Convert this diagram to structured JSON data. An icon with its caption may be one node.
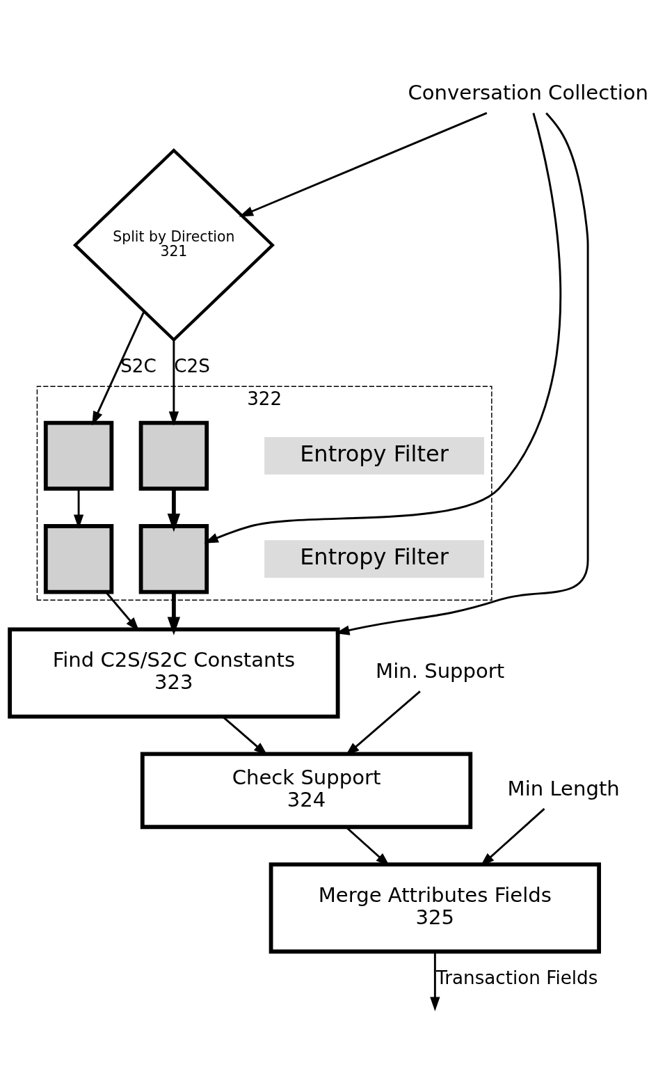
{
  "diagram": {
    "nodes": [
      {
        "text": [
          "Conversation Collection"
        ]
      },
      {
        "text": [
          "Split by Direction",
          "321"
        ]
      },
      {
        "text": [
          "322"
        ]
      },
      {
        "text": [
          "Entropy Filter"
        ],
        "in": 2
      },
      {
        "text": [],
        "shape": "box",
        "in": 2
      },
      {
        "text": [],
        "shape": "box",
        "in": 2
      },
      {
        "text": [
          "Entropy Filter"
        ],
        "in": 2
      },
      {
        "text": [],
        "shape": "box",
        "in": 2
      },
      {
        "text": [],
        "shape": "box",
        "in": 2
      },
      {
        "text": [
          "Find C2S/S2C Constants",
          "323"
        ]
      },
      {
        "text": [
          "Check Support",
          "324"
        ]
      },
      {
        "text": [
          "Merge Attributes Fields",
          "325"
        ]
      },
      {
        "text": [
          "Min. Support"
        ]
      },
      {
        "text": [
          "Min Length"
        ]
      }
    ],
    "edges": [
      {
        "from": 0,
        "to": 1,
        "arrow": "to"
      },
      {
        "from": 0,
        "to": 7,
        "arrow": "to"
      },
      {
        "from": 0,
        "to": 9,
        "arrow": "to"
      },
      {
        "from": 1,
        "to": 4,
        "arrow": "to",
        "label": "C2S"
      },
      {
        "from": 1,
        "to": 5,
        "arrow": "to",
        "label": "S2C"
      },
      {
        "from": 4,
        "to": 7,
        "arrow": "to",
        "style": "thick"
      },
      {
        "from": 5,
        "to": 8,
        "arrow": "to"
      },
      {
        "from": 7,
        "to": 9,
        "arrow": "to",
        "style": "thick"
      },
      {
        "from": 8,
        "to": 9,
        "arrow": "to"
      },
      {
        "from": 9,
        "to": 10,
        "arrow": "to"
      },
      {
        "from": 12,
        "to": 10,
        "arrow": "to"
      },
      {
        "from": 10,
        "to": 11,
        "arrow": "to"
      },
      {
        "from": 13,
        "to": 11,
        "arrow": "to"
      },
      {
        "from": 11,
        "to": null,
        "arrow": "to",
        "label": "Transaction Fields"
      }
    ]
  }
}
